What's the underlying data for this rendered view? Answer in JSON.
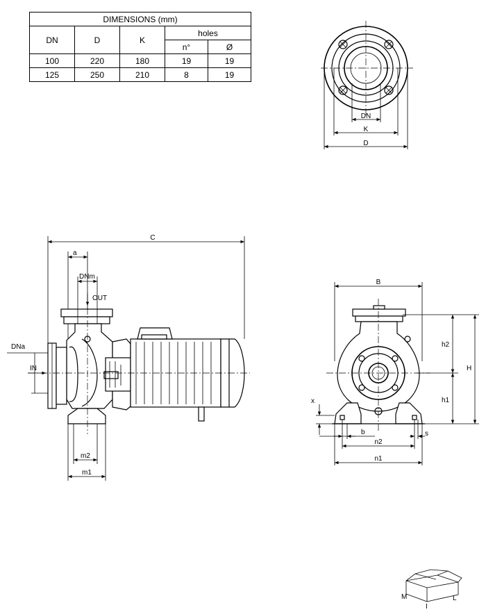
{
  "table": {
    "title": "DIMENSIONS (mm)",
    "headers": {
      "dn": "DN",
      "d": "D",
      "k": "K",
      "holes": "holes",
      "n": "n°",
      "dia": "Ø"
    },
    "rows": [
      {
        "dn": "100",
        "d": "220",
        "k": "180",
        "n": "19",
        "dia": "19"
      },
      {
        "dn": "125",
        "d": "250",
        "k": "210",
        "n": "8",
        "dia": "19"
      }
    ]
  },
  "flange_view": {
    "dn": "DN",
    "k": "K",
    "d": "D"
  },
  "side_view": {
    "c": "C",
    "a": "a",
    "dnm": "DNm",
    "out": "OUT",
    "dna": "DNa",
    "in": "IN",
    "m2": "m2",
    "m1": "m1"
  },
  "front_view": {
    "b_upper": "B",
    "h2": "h2",
    "h1": "h1",
    "h": "H",
    "x": "x",
    "b_lower": "b",
    "n2": "n2",
    "s": "s",
    "n1": "n1"
  },
  "packaging": {
    "m": "M",
    "i": "I",
    "l": "L"
  }
}
